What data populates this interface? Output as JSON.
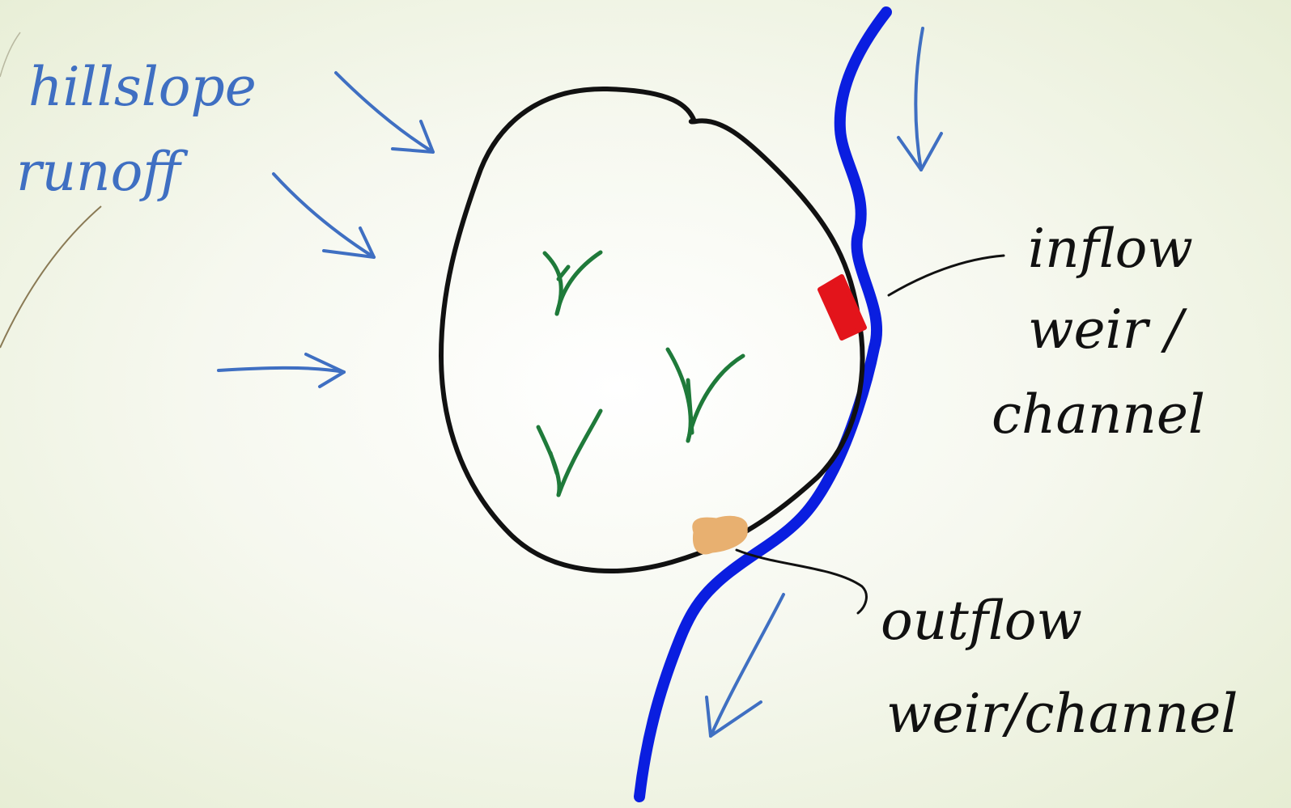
{
  "labels": {
    "hillslope_line1": "hillslope",
    "hillslope_line2": "runoff",
    "inflow_line1": "inflow",
    "inflow_line2": "weir /",
    "inflow_line3": "channel",
    "outflow_line1": "outflow",
    "outflow_line2": "weir/channel"
  },
  "colors": {
    "runoff_arrows": "#3f6fc2",
    "stream": "#0a1ee0",
    "wetland_outline": "#111111",
    "vegetation": "#1f7a3a",
    "inflow_weir": "#e3141b",
    "outflow_weir": "#e8b070",
    "leader_lines": "#111111"
  },
  "icons": {
    "vegetation": "grass-tuft-icon",
    "inflow_weir": "red-block-icon",
    "outflow_weir": "orange-blob-icon"
  }
}
